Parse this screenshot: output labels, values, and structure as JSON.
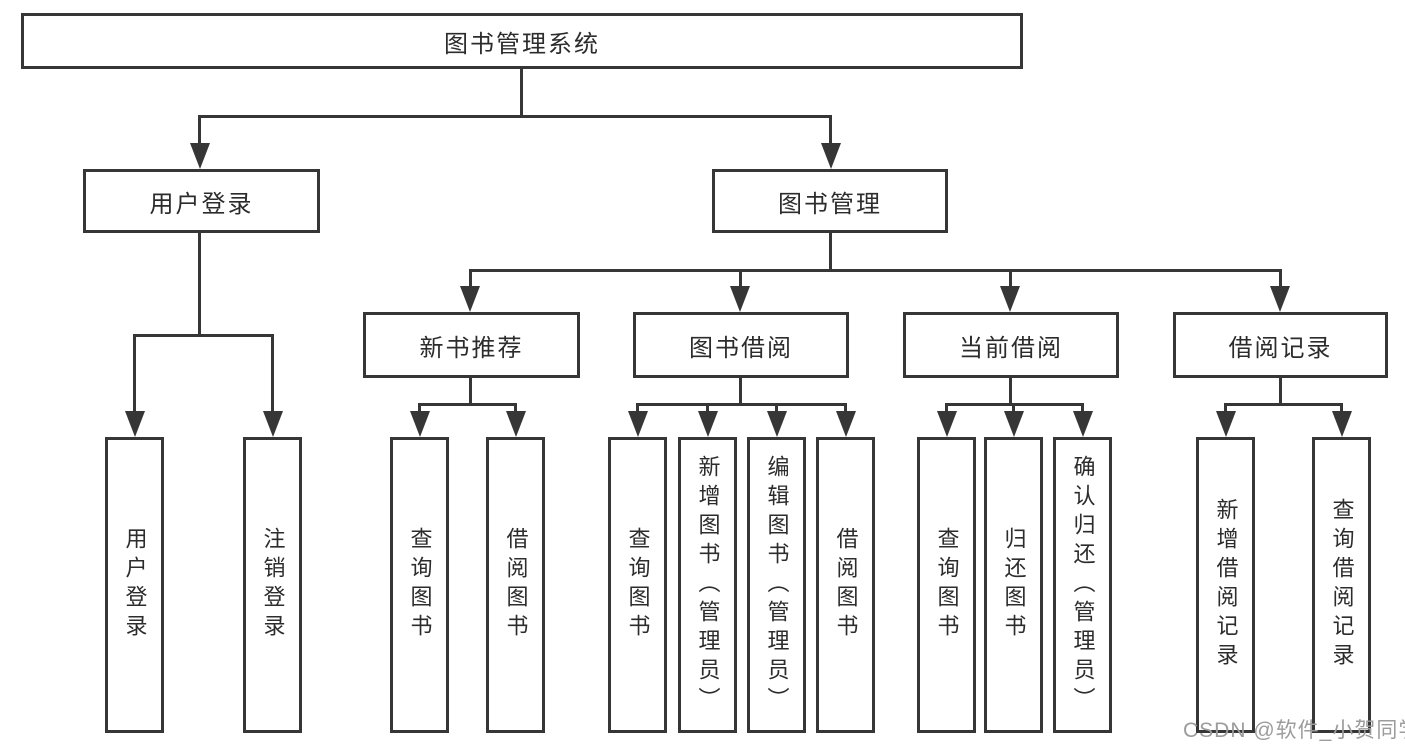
{
  "colors": {
    "line": "#363636",
    "text": "#2c2c2c",
    "box_fill": "#ffffff",
    "background": "#ffffff",
    "watermark": "#9c9c9c"
  },
  "watermark": {
    "text": "CSDN @软件_小贺同学"
  },
  "tree": {
    "root": {
      "label": "图书管理系统"
    },
    "branches": [
      {
        "label": "用户登录",
        "children": [
          {
            "label": "用户登录"
          },
          {
            "label": "注销登录"
          }
        ]
      },
      {
        "label": "图书管理",
        "children": [
          {
            "label": "新书推荐",
            "children": [
              {
                "label": "查询图书"
              },
              {
                "label": "借阅图书"
              }
            ]
          },
          {
            "label": "图书借阅",
            "children": [
              {
                "label": "查询图书"
              },
              {
                "label": "新增图书（管理员）"
              },
              {
                "label": "编辑图书（管理员）"
              },
              {
                "label": "借阅图书"
              }
            ]
          },
          {
            "label": "当前借阅",
            "children": [
              {
                "label": "查询图书"
              },
              {
                "label": "归还图书"
              },
              {
                "label": "确认归还（管理员）"
              }
            ]
          },
          {
            "label": "借阅记录",
            "children": [
              {
                "label": "新增借阅记录"
              },
              {
                "label": "查询借阅记录"
              }
            ]
          }
        ]
      }
    ]
  }
}
